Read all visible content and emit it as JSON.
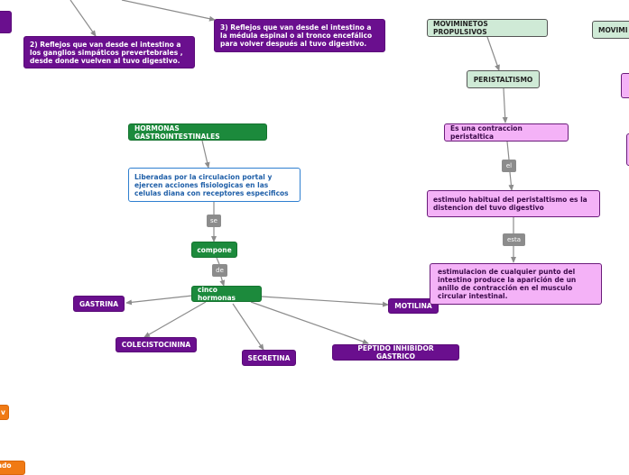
{
  "nodes": {
    "reflex2": "2) Reflejos que van desde el intestino a los ganglios simpáticos prevertebrales , desde donde vuelven al tuvo digestivo.",
    "reflex3": "3) Reflejos que van desde el intestino a la médula espinal o al tronco encefálico para volver después al tuvo digestivo.",
    "hormonas": "HORMONAS GASTROINTESTINALES",
    "liberadas": "Liberadas por la circulacion portal y ejercen acciones fisiologicas en las celulas diana con receptores especificos",
    "compone": "compone",
    "cinco": "cinco hormonas",
    "gastrina": "GASTRINA",
    "colecistocinina": "COLECISTOCININA",
    "secretina": "SECRETINA",
    "peptido": "PEPTIDO INHIBIDOR GASTRICO",
    "motilina": "MOTILINA",
    "movimientos": "MOVIMINETOS PROPULSIVOS",
    "movim_partial": "MOVIMI",
    "peristaltismo": "PERISTALTISMO",
    "contraccion": "Es una contraccion peristaltica",
    "estimulo": "estimulo habitual del peristaltismo es la distencion del tuvo digestivo",
    "estimulacion": "estimulacion de cualquier punto del intestino produce la aparición de un anillo de contracción en el musculo circular intestinal.",
    "orange1": "v",
    "orange2": "ado"
  },
  "connectors": {
    "se": "se",
    "de": "de",
    "el": "el",
    "esta": "esta"
  },
  "colors": {
    "purple": "#6a0f8e",
    "green": "#1c8a3c",
    "mint": "#cfead6",
    "pink": "#f4b2f7",
    "orange": "#f07a14",
    "blue_border": "#2f7fd0",
    "edge": "#8c8c8c"
  }
}
